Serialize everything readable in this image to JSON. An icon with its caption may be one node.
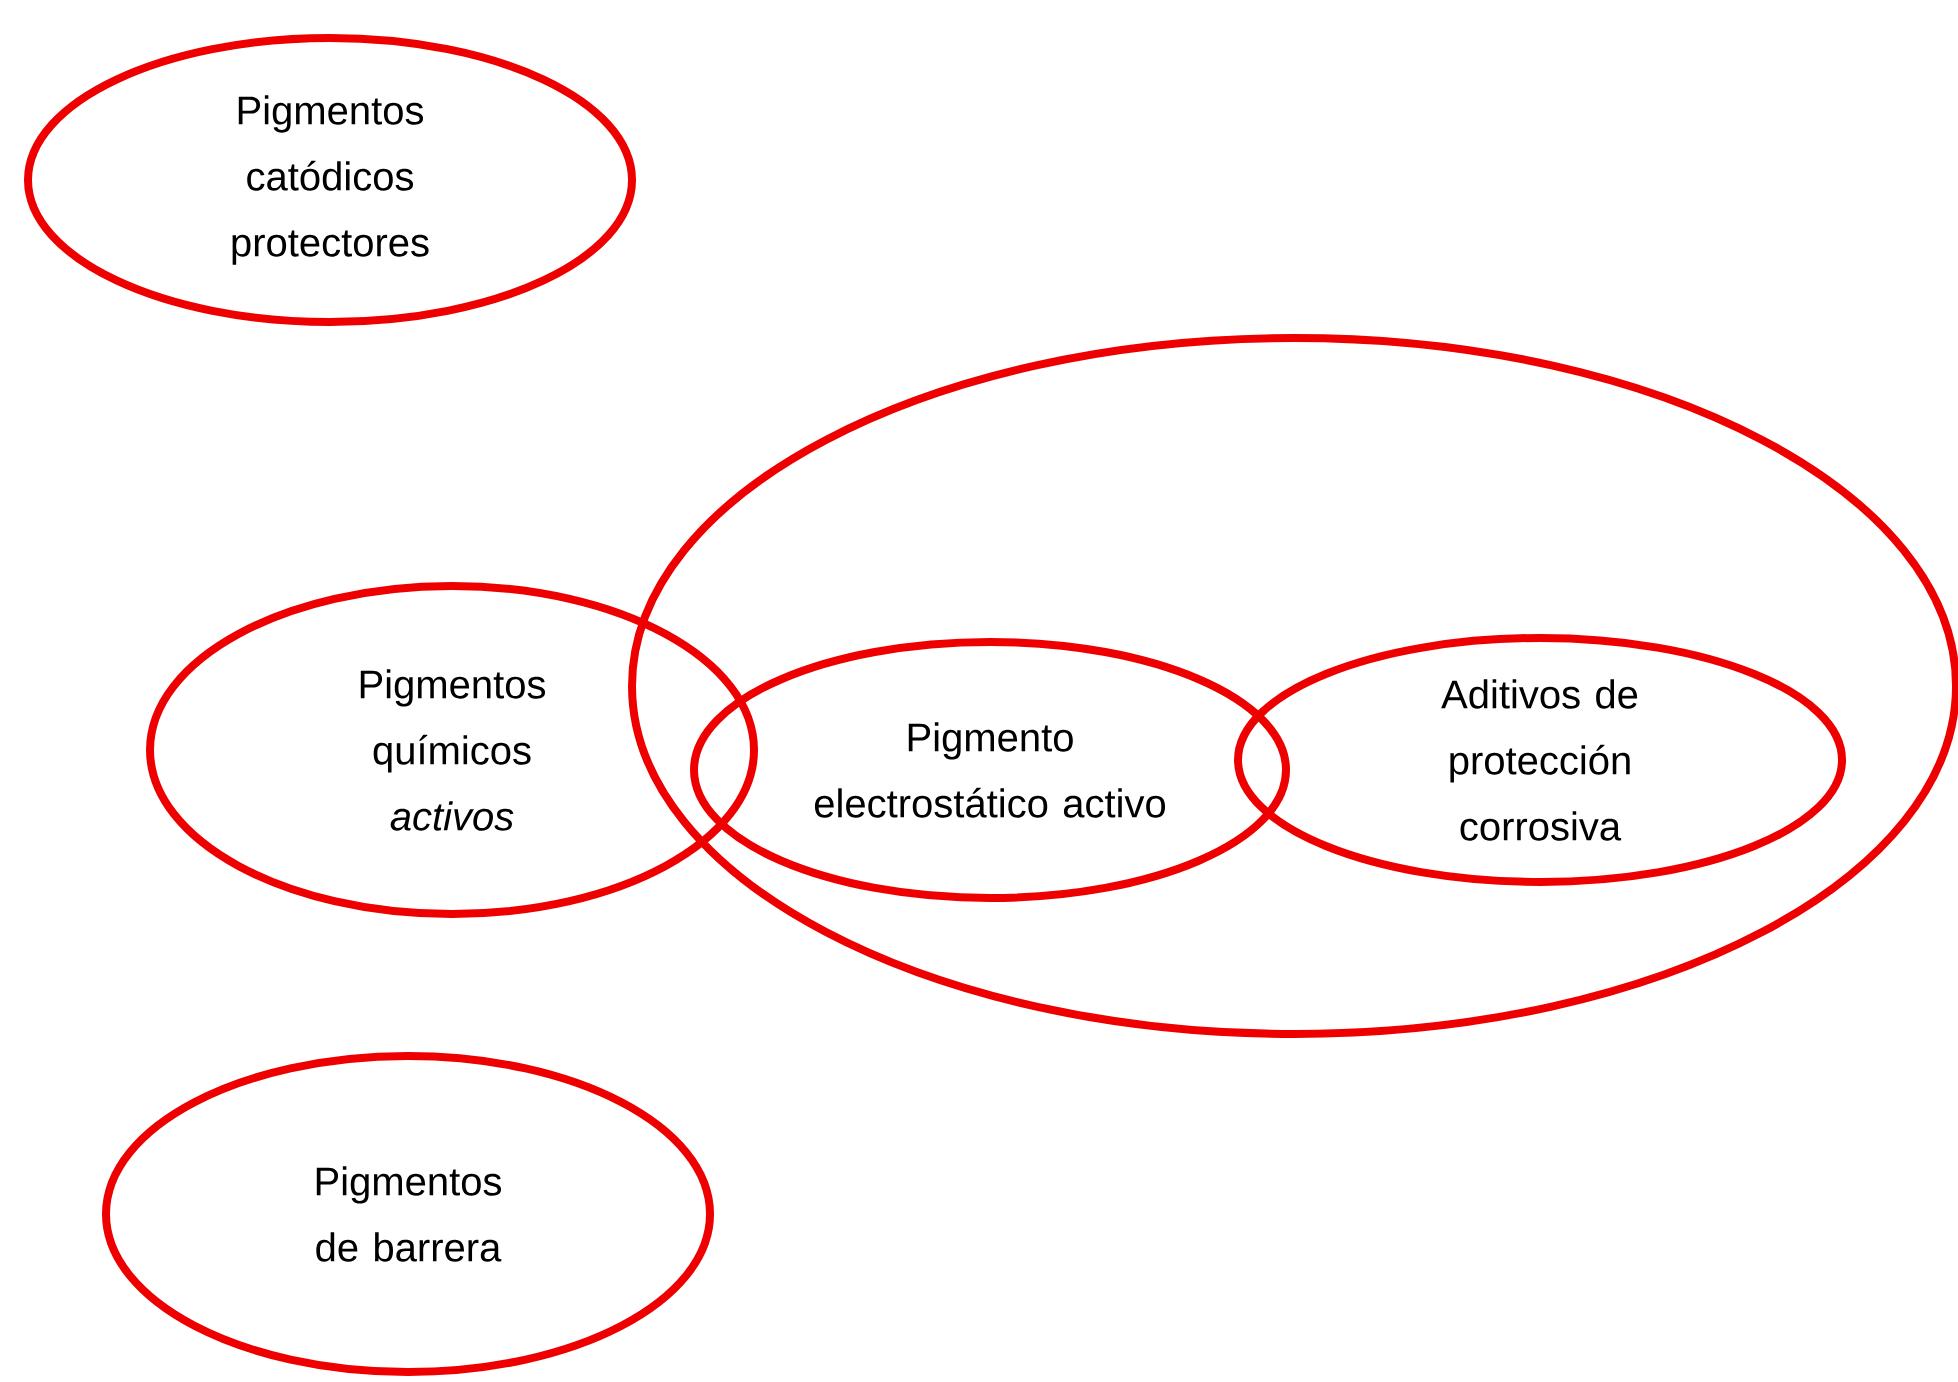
{
  "diagram": {
    "nodes": [
      {
        "text": [
          "Pigmentos catódicos protectores"
        ]
      },
      {
        "text": [
          "Pigmentos químicos *activos*"
        ]
      },
      {
        "text": [],
        "shape": "ellipse"
      },
      {
        "text": [
          "Pigmento electrostático activo"
        ],
        "in": 2
      },
      {
        "text": [
          "Aditivos de protección corrosiva"
        ],
        "in": 2
      },
      {
        "text": [
          "Pigmentos de barrera"
        ]
      }
    ]
  }
}
